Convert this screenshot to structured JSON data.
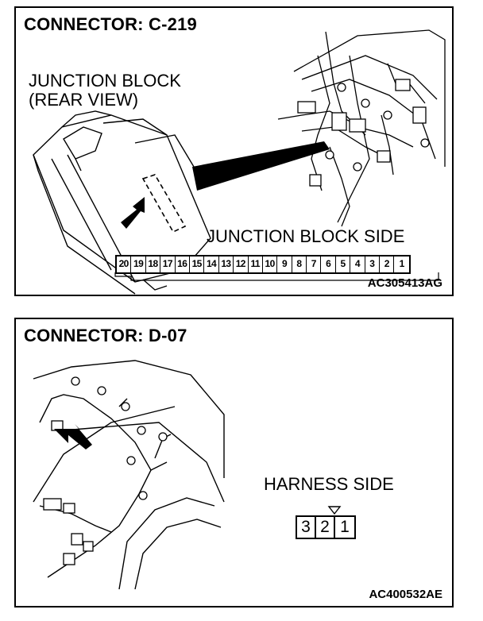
{
  "panels": [
    {
      "title": "CONNECTOR: C-219",
      "view_label_line1": "JUNCTION BLOCK",
      "view_label_line2": "(REAR VIEW)",
      "side_label": "JUNCTION BLOCK SIDE",
      "pins": [
        "20",
        "19",
        "18",
        "17",
        "16",
        "15",
        "14",
        "13",
        "12",
        "11",
        "10",
        "9",
        "8",
        "7",
        "6",
        "5",
        "4",
        "3",
        "2",
        "1"
      ],
      "code": "AC305413AG"
    },
    {
      "title": "CONNECTOR: D-07",
      "side_label": "HARNESS SIDE",
      "pins": [
        "3",
        "2",
        "1"
      ],
      "code": "AC400532AE"
    }
  ]
}
